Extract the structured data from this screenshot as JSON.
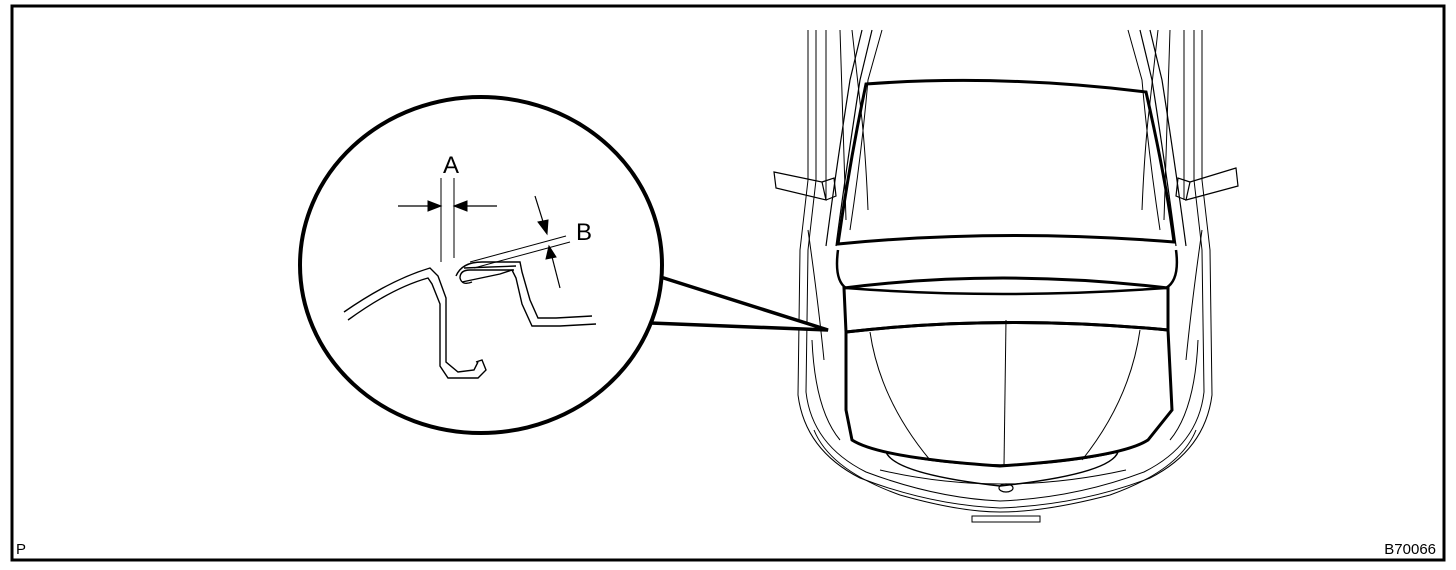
{
  "diagram": {
    "label_a": "A",
    "label_b": "B",
    "corner_left": "P",
    "corner_right": "B70066"
  },
  "colors": {
    "ink": "#000000",
    "paper": "#ffffff"
  }
}
